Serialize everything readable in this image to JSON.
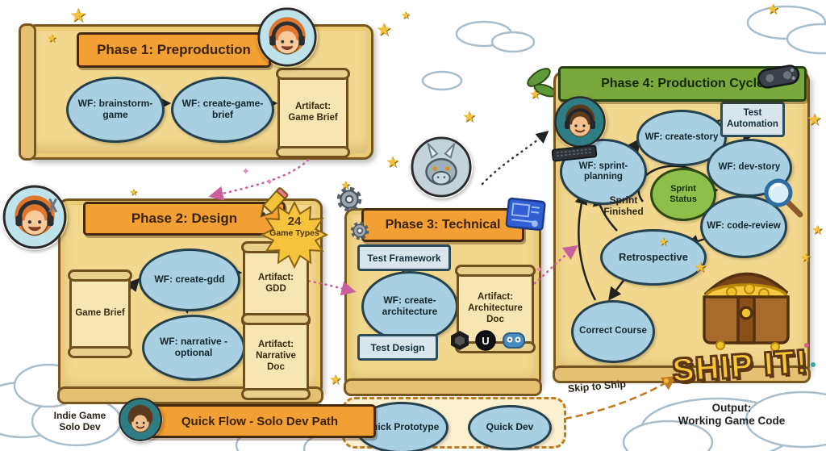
{
  "colors": {
    "accent_orange": "#f29f33",
    "banner_green": "#79a93c",
    "node_blue": "#a9cfe2",
    "status_green": "#8cc04a",
    "parchment": "#f2d78e",
    "gold_star": "#f4c13b",
    "ship_text": "#f8c832",
    "pink_arrow": "#cb5f9e",
    "skip_arrow": "#c07a22"
  },
  "icons": {
    "star_glyph": "★",
    "sparkle_glyph": "✦",
    "unreal_letter": "U"
  },
  "phase1": {
    "title": "Phase 1: Preproduction",
    "brainstorm": "WF: brainstorm-game",
    "create_brief": "WF: create-game-brief",
    "artifact_brief": "Artifact: Game Brief"
  },
  "phase2": {
    "title": "Phase 2: Design",
    "badge_number": "24",
    "badge_label": "Game Types",
    "game_brief": "Game Brief",
    "create_gdd": "WF: create-gdd",
    "artifact_gdd": "Artifact: GDD",
    "narrative": "WF: narrative - optional",
    "artifact_narrative": "Artifact: Narrative Doc"
  },
  "phase3": {
    "title": "Phase 3: Technical",
    "test_framework": "Test Framework",
    "create_architecture": "WF: create-architecture",
    "artifact_architecture": "Artifact: Architecture Doc",
    "test_design": "Test Design"
  },
  "phase4": {
    "title": "Phase 4: Production Cycle",
    "sprint_planning": "WF: sprint-planning",
    "create_story": "WF: create-story",
    "test_automation": "Test Automation",
    "dev_story": "WF: dev-story",
    "sprint_status": "Sprint Status",
    "code_review": "WF: code-review",
    "sprint_finished": "Sprint Finished",
    "retrospective": "Retrospective",
    "correct_course": "Correct Course"
  },
  "ship": {
    "title": "SHIP IT!",
    "skip_label": "Skip to Ship",
    "output_line1": "Output:",
    "output_line2": "Working Game Code"
  },
  "quick": {
    "title": "Quick Flow - Solo Dev Path",
    "solo_label": "Indie Game Solo Dev",
    "prototype": "Quick Prototype",
    "dev": "Quick Dev"
  }
}
